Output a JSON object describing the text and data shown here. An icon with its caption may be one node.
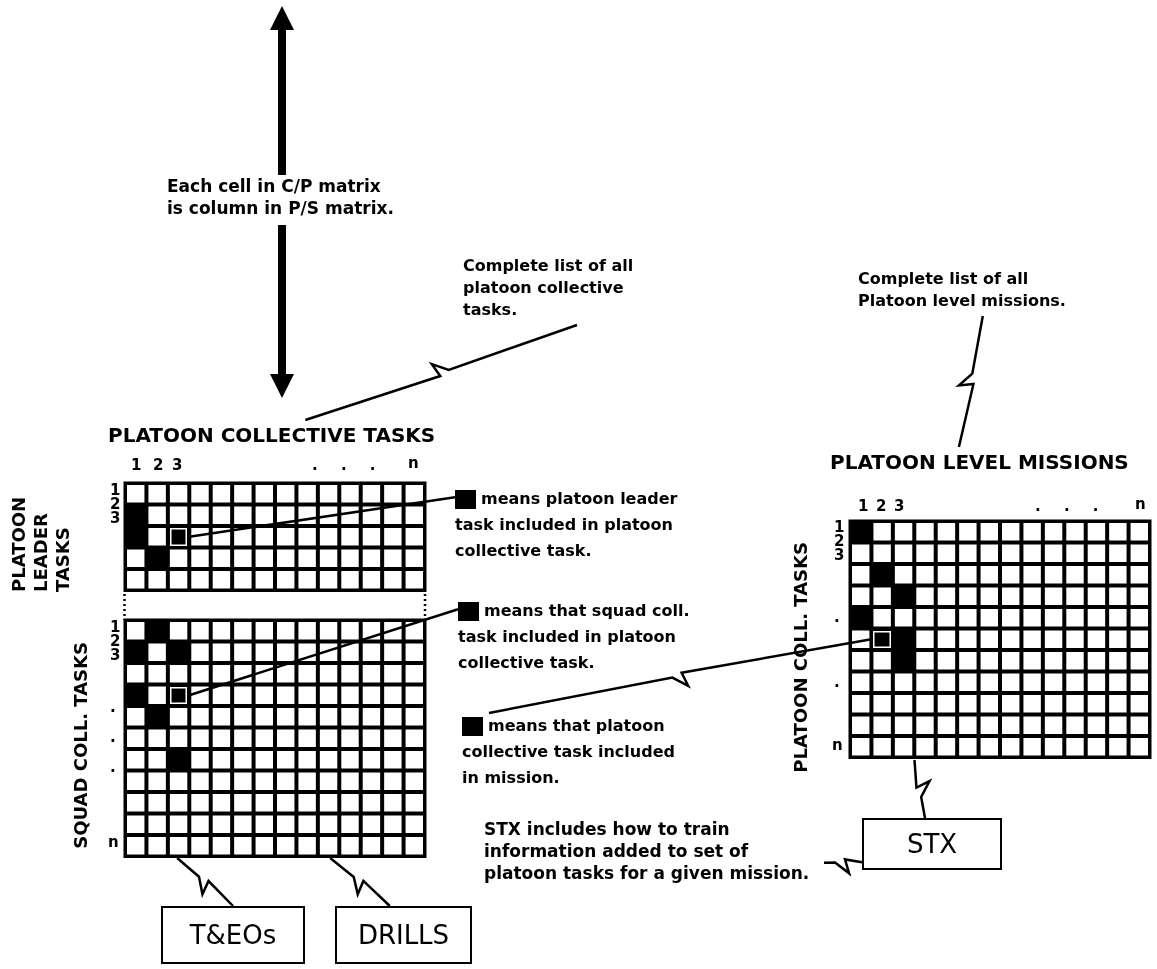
{
  "diagram": {
    "nodes": [
      {
        "text": [
          "Each cell in C/P matrix is column in P/S matrix."
        ]
      },
      {
        "text": [
          "Complete list of all platoon collective tasks."
        ]
      },
      {
        "text": [
          "Complete list of all Platoon level missions."
        ]
      },
      {
        "text": [
          "PLATOON COLLECTIVE TASKS"
        ]
      },
      {
        "text": [
          "PLATOON LEADER TASKS"
        ],
        "in": 3
      },
      {
        "text": [],
        "shape": "box",
        "in": 4
      },
      {
        "text": [
          "SQUAD COLL. TASKS"
        ],
        "in": 3
      },
      {
        "text": [],
        "shape": "box",
        "in": 6
      },
      {
        "text": [
          "means platoon leader task included in platoon collective task."
        ]
      },
      {
        "text": [
          "means that squad coll. task included in platoon collective task."
        ]
      },
      {
        "text": [
          "means that platoon collective task included in mission."
        ]
      },
      {
        "text": [
          "PLATOON LEVEL MISSIONS",
          "PLATOON COLL. TASKS"
        ]
      },
      {
        "text": [],
        "shape": "box",
        "in": 11
      },
      {
        "text": [
          "STX includes how to train information added to set of platoon tasks for a given mission."
        ]
      },
      {
        "text": [
          "STX"
        ]
      },
      {
        "text": [
          "T&EOs"
        ]
      },
      {
        "text": [
          "DRILLS"
        ]
      }
    ],
    "edges": [
      {
        "from": 0,
        "to": null,
        "arrow": "to",
        "style": "thick"
      },
      {
        "from": 0,
        "to": null,
        "arrow": "to",
        "style": "thick"
      },
      {
        "from": 1,
        "to": 3,
        "arrow": "none"
      },
      {
        "from": 2,
        "to": 11,
        "arrow": "none"
      },
      {
        "from": 8,
        "to": 5,
        "arrow": "none"
      },
      {
        "from": 9,
        "to": 7,
        "arrow": "none"
      },
      {
        "from": 10,
        "to": 12,
        "arrow": "none"
      },
      {
        "from": 13,
        "to": 14,
        "arrow": "none"
      },
      {
        "from": 14,
        "to": 11,
        "arrow": "none"
      },
      {
        "from": 6,
        "to": 15,
        "arrow": "none"
      },
      {
        "from": 6,
        "to": 16,
        "arrow": "none"
      }
    ],
    "labels": [
      "1",
      "2",
      "3",
      ". . .",
      "n",
      "1",
      "2",
      "3",
      "1",
      "2",
      "3",
      ".",
      ".",
      ".",
      "n",
      "1",
      "2",
      "3",
      ". . .",
      "n",
      "1",
      "2",
      "3",
      ".",
      ".",
      "n"
    ]
  }
}
